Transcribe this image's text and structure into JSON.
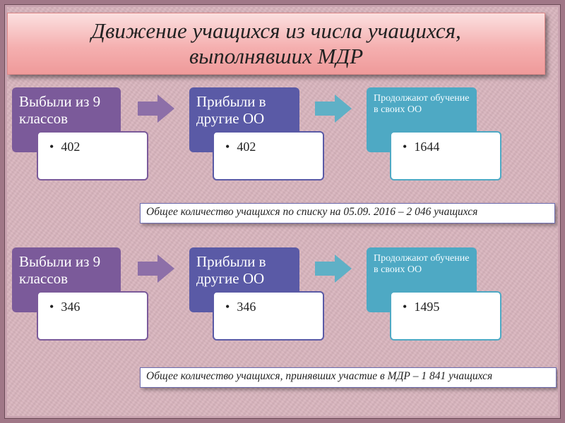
{
  "title": "Движение учащихся из числа учащихся, выполнявших МДР",
  "sections": [
    {
      "left": {
        "label": "Выбыли из 9 классов",
        "value": "402"
      },
      "middle": {
        "label": "Прибыли в другие ОО",
        "value": "402"
      },
      "right": {
        "label": "Продолжают обучение в своих ОО",
        "value": "1644"
      },
      "note": "Общее количество учащихся по списку на 05.09. 2016 – 2 046 учащихся"
    },
    {
      "left": {
        "label": "Выбыли из 9 классов",
        "value": "346"
      },
      "middle": {
        "label": "Прибыли в другие ОО",
        "value": "346"
      },
      "right": {
        "label": "Продолжают обучение в своих ОО",
        "value": "1495"
      },
      "note": "Общее количество учащихся, принявших участие в МДР – 1 841 учащихся"
    }
  ],
  "colors": {
    "purple": "#7b5a9a",
    "indigo": "#5a5aa6",
    "teal": "#4ea9c4"
  },
  "icons": {
    "bullet": "bullet-point",
    "arrow": "right-arrow"
  }
}
